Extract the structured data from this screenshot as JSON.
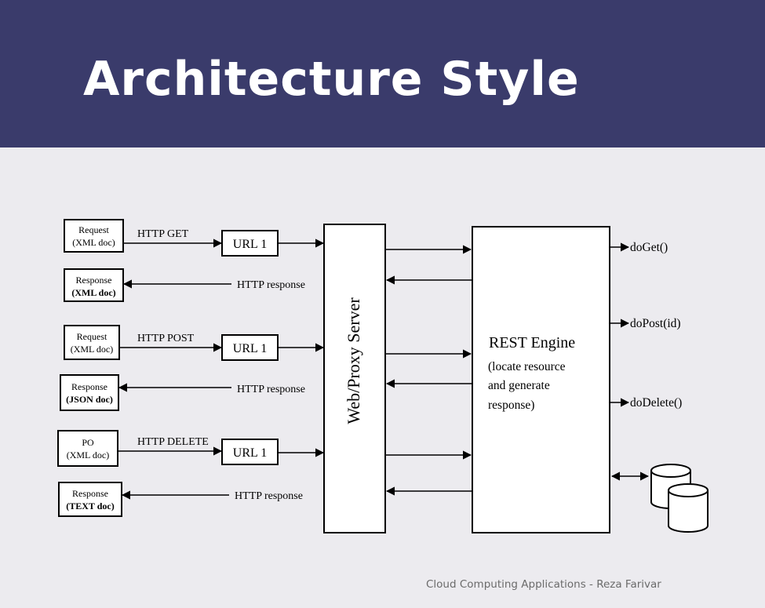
{
  "title": "Architecture Style",
  "footer": "Cloud Computing Applications - Reza Farivar",
  "diagram": {
    "clients": [
      {
        "line1": "Request",
        "line2": "(XML doc)",
        "bold": false
      },
      {
        "line1": "Response",
        "line2": "(XML doc)",
        "bold": true
      },
      {
        "line1": "Request",
        "line2": "(XML doc)",
        "bold": false
      },
      {
        "line1": "Response",
        "line2": "(JSON doc)",
        "bold": true
      },
      {
        "line1": "PO",
        "line2": "(XML doc)",
        "bold": false
      },
      {
        "line1": "Response",
        "line2": "(TEXT doc)",
        "bold": true
      }
    ],
    "requests": [
      "HTTP GET",
      "HTTP POST",
      "HTTP DELETE"
    ],
    "responses": [
      "HTTP response",
      "HTTP response",
      "HTTP response"
    ],
    "url_label": "URL 1",
    "proxy_label": "Web/Proxy Server",
    "engine": {
      "title": "REST Engine",
      "line1": "(locate resource",
      "line2": "and generate",
      "line3": "response)"
    },
    "methods": [
      "doGet()",
      "doPost(id)",
      "doDelete()"
    ],
    "database_icon": "database-icon"
  }
}
